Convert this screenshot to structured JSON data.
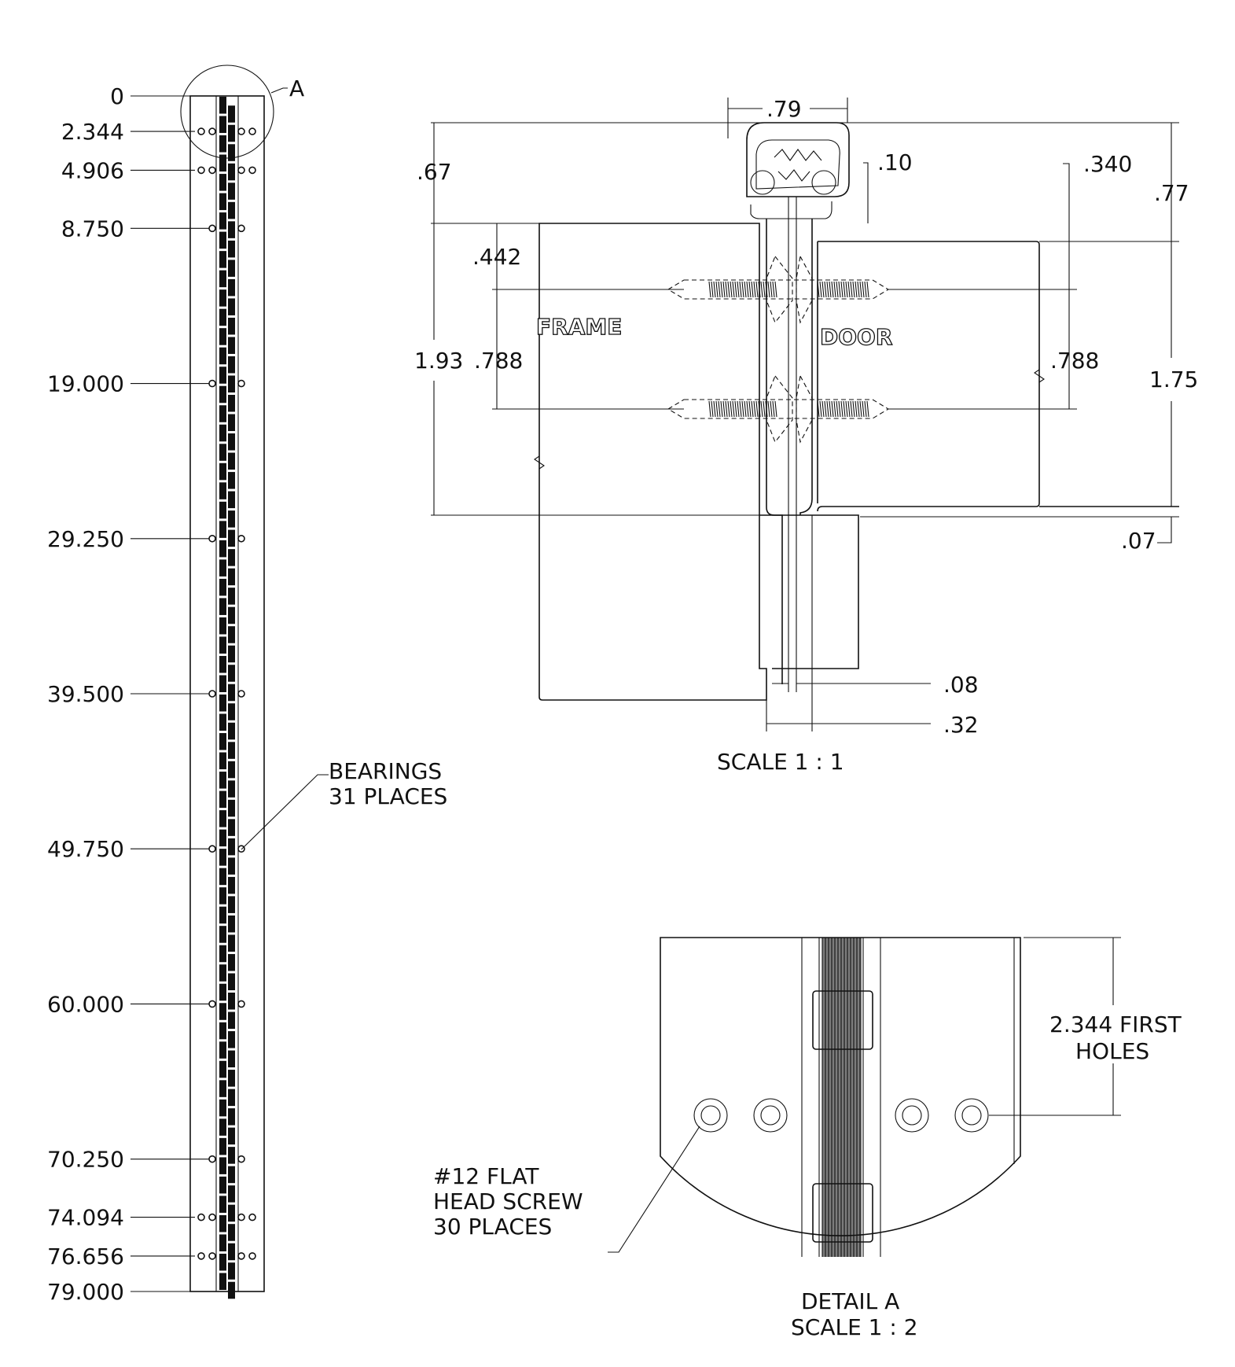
{
  "colors": {
    "line": "#111111",
    "background": "#ffffff"
  },
  "elevation": {
    "positions": [
      "0",
      "2.344",
      "4.906",
      "8.750",
      "19.000",
      "29.250",
      "39.500",
      "49.750",
      "60.000",
      "70.250",
      "74.094",
      "76.656",
      "79.000"
    ],
    "detail_callout": "A",
    "bearings_note_line1": "BEARINGS",
    "bearings_note_line2": "31 PLACES"
  },
  "section": {
    "frame_label": "FRAME",
    "door_label": "DOOR",
    "dims": {
      "top_width": ".79",
      "knuckle_height": ".67",
      "gap_top": ".10",
      "door_top": ".340",
      "right_top": ".77",
      "frame_upper": ".442",
      "frame_spacing": ".788",
      "frame_height": "1.93",
      "door_spacing": ".788",
      "door_height": "1.75",
      "bottom_offset": ".07",
      "leaf_thickness": ".08",
      "total_thickness": ".32"
    },
    "scale_label": "SCALE 1 : 1"
  },
  "detail": {
    "first_holes_line1": "2.344 FIRST",
    "first_holes_line2": "HOLES",
    "screw_note_line1": "#12 FLAT",
    "screw_note_line2": "HEAD SCREW",
    "screw_note_line3": "30 PLACES",
    "title_line1": "DETAIL A",
    "title_line2": "SCALE 1 : 2"
  }
}
